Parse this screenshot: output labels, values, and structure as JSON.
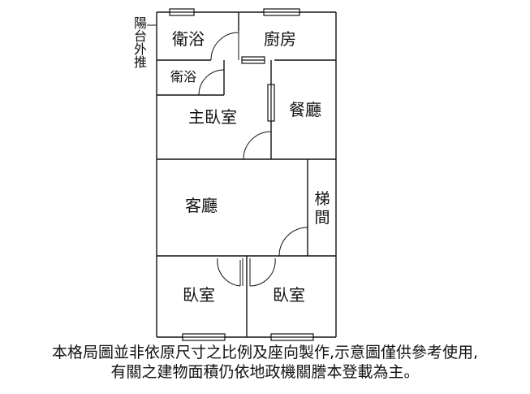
{
  "rooms": {
    "bathroom_top": "衛浴",
    "kitchen": "廚房",
    "bathroom_small": "衛浴",
    "master_bedroom": "主臥室",
    "dining": "餐廳",
    "living": "客廳",
    "stairs": "梯間",
    "bedroom_left": "臥室",
    "bedroom_right": "臥室"
  },
  "balcony_label": "陽台外推",
  "disclaimer": {
    "line1": "本格局圖並非依原尺寸之比例及座向製作,示意圖僅供參考使用,",
    "line2": "有關之建物面積仍依地政機關謄本登載為主。"
  },
  "colors": {
    "wall": "#111111",
    "background": "#ffffff"
  }
}
